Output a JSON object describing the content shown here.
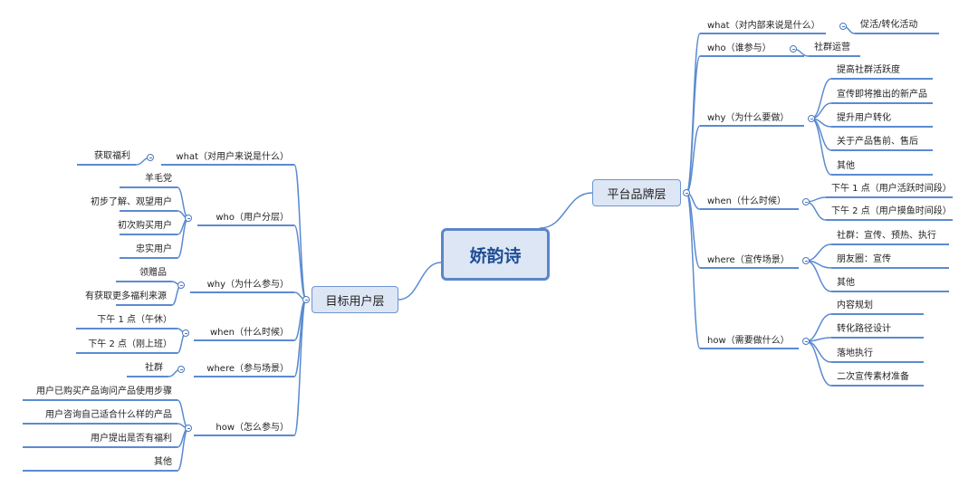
{
  "root": {
    "title": "娇韵诗"
  },
  "right": {
    "title": "平台品牌层",
    "what": {
      "label": "what（对内部来说是什么）",
      "items": [
        "促活/转化活动"
      ]
    },
    "who": {
      "label": "who（谁参与）",
      "items": [
        "社群运营"
      ]
    },
    "why": {
      "label": "why（为什么要做）",
      "items": [
        "提高社群活跃度",
        "宣传即将推出的新产品",
        "提升用户转化",
        "关于产品售前、售后",
        "其他"
      ]
    },
    "when": {
      "label": "when（什么时候）",
      "items": [
        "下午 1 点（用户活跃时间段）",
        "下午 2 点（用户摸鱼时间段）"
      ]
    },
    "where": {
      "label": "where（宣传场景）",
      "items": [
        "社群：宣传、预热、执行",
        "朋友圈：宣传",
        "其他"
      ]
    },
    "how": {
      "label": "how（需要做什么）",
      "items": [
        "内容规划",
        "转化路径设计",
        "落地执行",
        "二次宣传素材准备"
      ]
    }
  },
  "left": {
    "title": "目标用户层",
    "what": {
      "label": "what（对用户来说是什么）",
      "items": [
        "获取福利"
      ]
    },
    "who": {
      "label": "who（用户分层）",
      "items": [
        "羊毛党",
        "初步了解、观望用户",
        "初次购买用户",
        "忠实用户"
      ]
    },
    "why": {
      "label": "why（为什么参与）",
      "items": [
        "领赠品",
        "有获取更多福利来源"
      ]
    },
    "when": {
      "label": "when（什么时候）",
      "items": [
        "下午 1 点（午休）",
        "下午 2 点（刚上班）"
      ]
    },
    "where": {
      "label": "where（参与场景）",
      "items": [
        "社群"
      ]
    },
    "how": {
      "label": "how（怎么参与）",
      "items": [
        "用户已购买产品询问产品使用步骤",
        "用户咨询自己适合什么样的产品",
        "用户提出是否有福利",
        "其他"
      ]
    }
  },
  "colors": {
    "line": "#5b8bd0",
    "node_fill": "#dde6f4",
    "node_border": "#6c96d2",
    "root_text": "#1f4f96"
  }
}
